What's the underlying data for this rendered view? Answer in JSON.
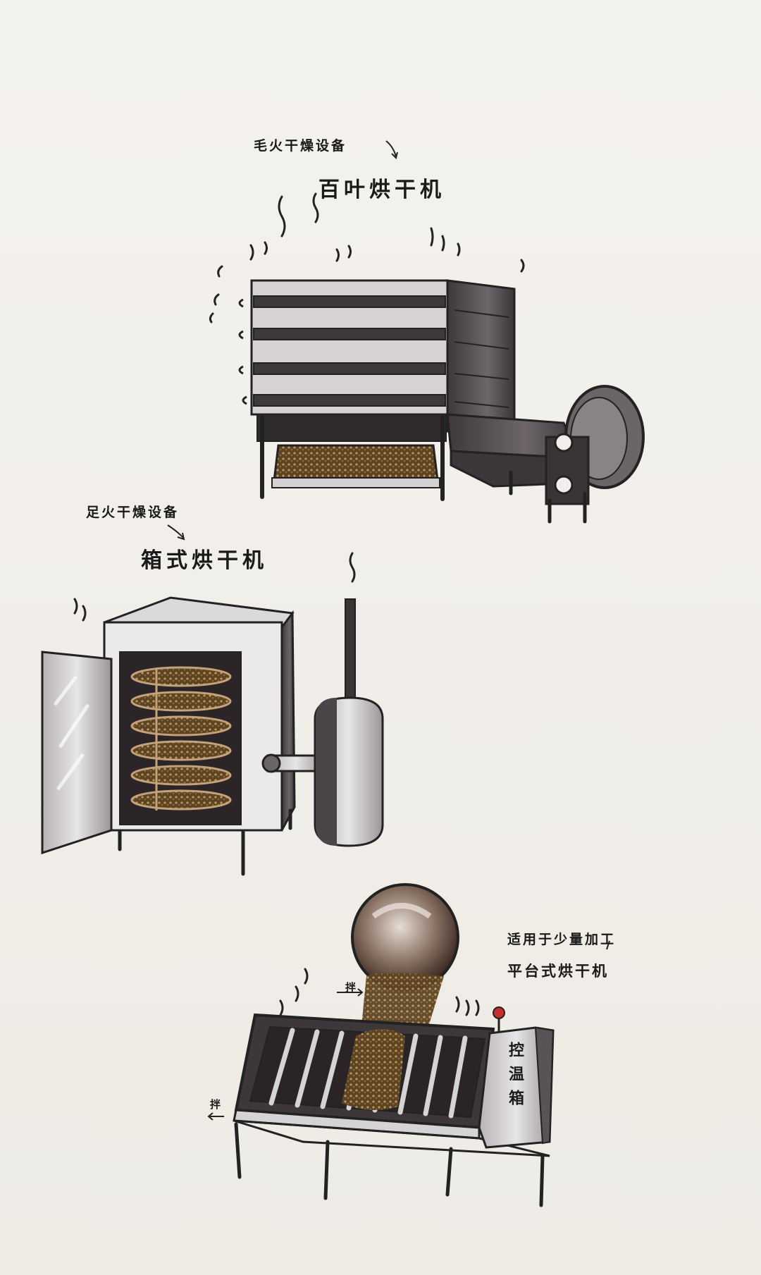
{
  "illustration_1": {
    "caption": "毛火干燥设备",
    "title": "百叶烘干机"
  },
  "illustration_2": {
    "caption": "足火干燥设备",
    "title": "箱式烘干机"
  },
  "illustration_3": {
    "caption": "适用于少量加工",
    "title": "平台式烘干机",
    "control_box_label": "控温箱",
    "arrow_note_1": "拌",
    "arrow_note_2": "拌"
  },
  "colors": {
    "paper": "#f1efea",
    "ink": "#1a1a1a",
    "metal_dark": "#4a4347",
    "metal_light": "#d9d6d8",
    "tea": "#7a5a2e",
    "accent_red": "#c4302b"
  }
}
